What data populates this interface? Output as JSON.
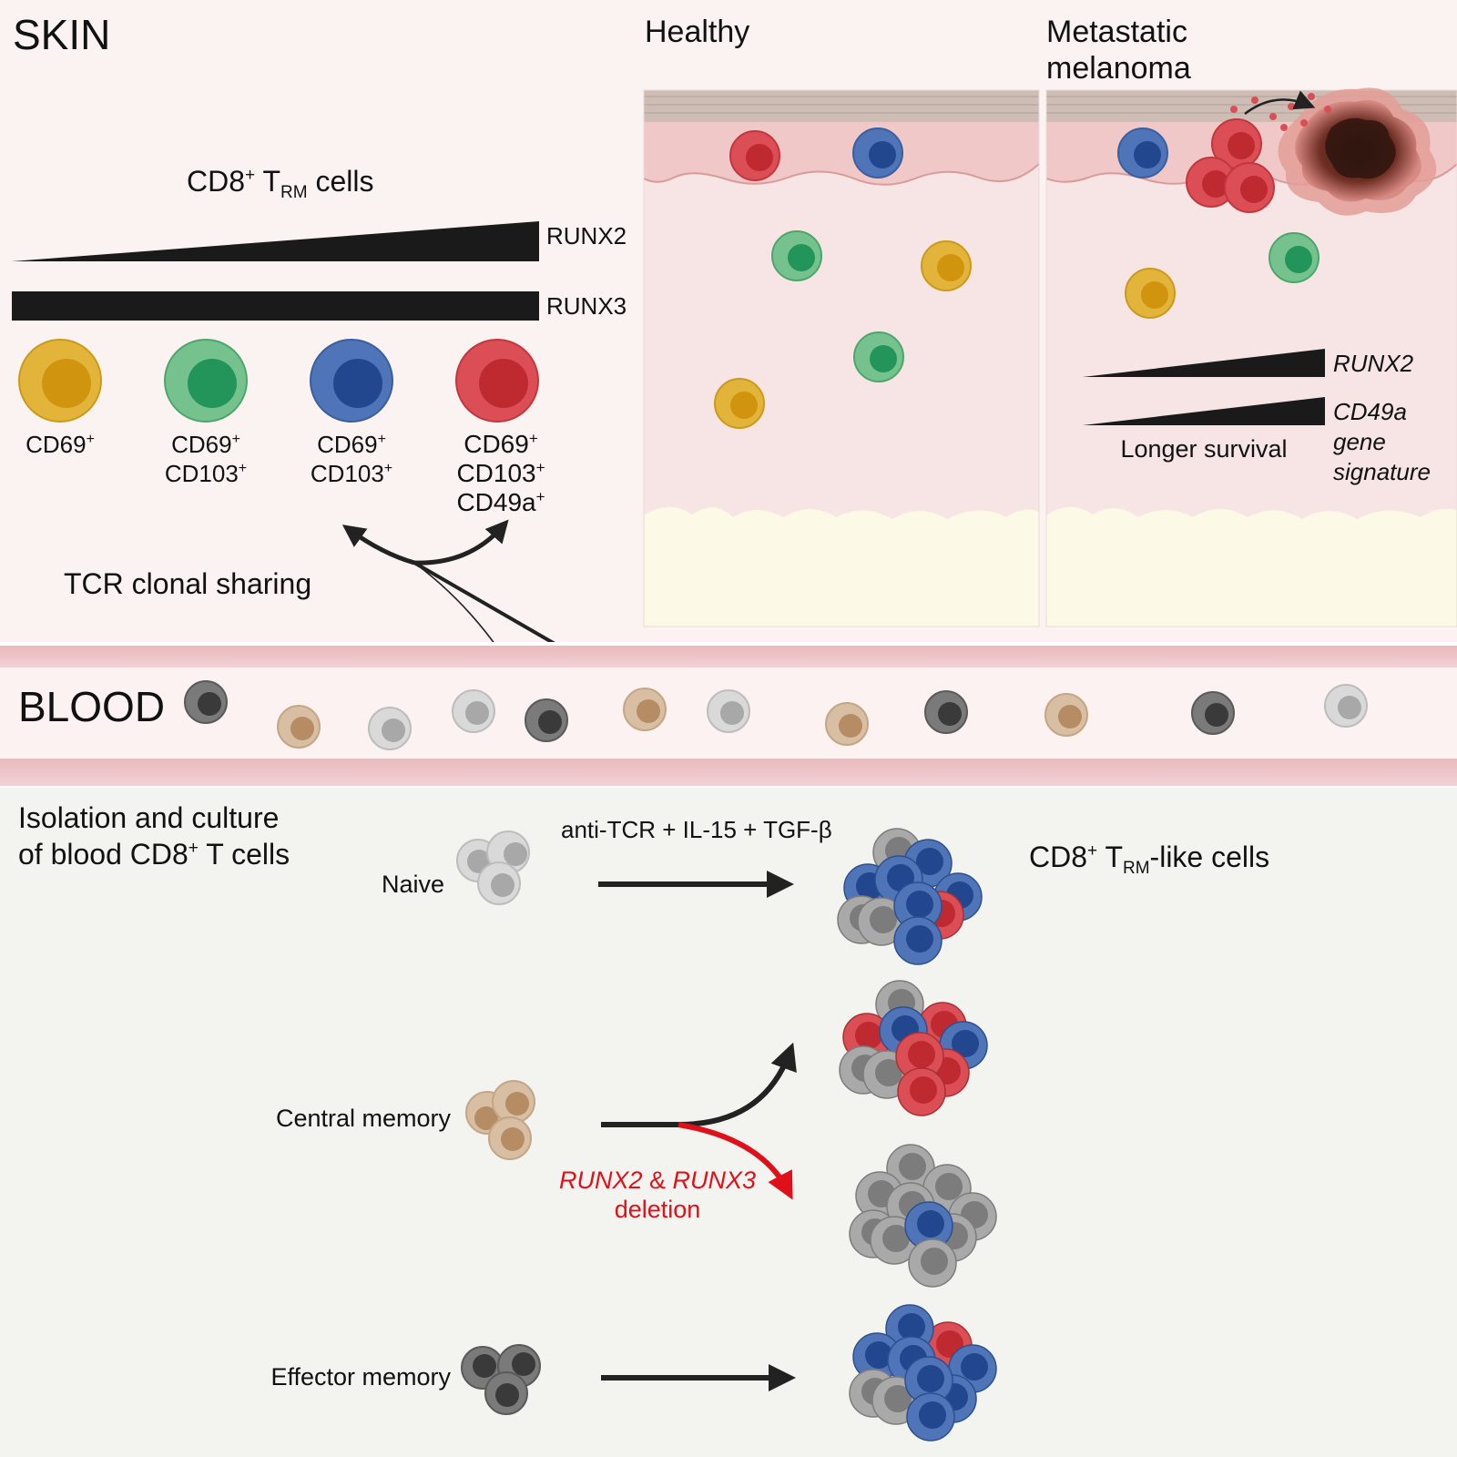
{
  "skin": {
    "title": "SKIN",
    "trm_label": {
      "prefix": "CD8",
      "sup": "+",
      "t": " T",
      "sub": "RM",
      "rest": " cells"
    },
    "runx2": "RUNX2",
    "runx3": "RUNX3",
    "subsets": [
      {
        "lines": [
          {
            "text": "CD69",
            "sup": "+"
          }
        ],
        "color": "yellow"
      },
      {
        "lines": [
          {
            "text": "CD69",
            "sup": "+"
          },
          {
            "text": "CD103",
            "sup": "+"
          }
        ],
        "color": "green"
      },
      {
        "lines": [
          {
            "text": "CD69",
            "sup": "+"
          },
          {
            "text": "CD103",
            "sup": "+"
          }
        ],
        "color": "blue"
      },
      {
        "lines": [
          {
            "text": "CD69",
            "sup": "+"
          },
          {
            "text": "CD103",
            "sup": "+"
          },
          {
            "text": "CD49a",
            "sup": "+"
          }
        ],
        "color": "red"
      }
    ],
    "tcr_label": "TCR clonal sharing"
  },
  "healthy": {
    "title": "Healthy"
  },
  "melanoma": {
    "title_lines": [
      "Metastatic",
      "melanoma"
    ],
    "runx2": "RUNX2",
    "survival": "Longer survival",
    "signature_lines": [
      "CD49a",
      "gene",
      "signature"
    ]
  },
  "blood": {
    "title": "BLOOD"
  },
  "culture": {
    "title_line1": "Isolation and culture",
    "title_line2": {
      "prefix": "of blood CD8",
      "sup": "+",
      "rest": " T cells"
    },
    "stimulus": "anti-TCR + IL-15 + TGF-β",
    "result_label": {
      "prefix": "CD8",
      "sup": "+",
      "t": " T",
      "sub": "RM",
      "rest": "-like cells"
    },
    "naive": "Naive",
    "central_memory": "Central memory",
    "effector_memory": "Effector memory",
    "deletion": {
      "g1": "RUNX2",
      "amp": " & ",
      "g2": "RUNX3",
      "line2": "deletion"
    }
  },
  "colors": {
    "yellow": "#e3b43a",
    "yellow_n": "#d1940f",
    "green": "#76c28f",
    "green_n": "#24955a",
    "blue": "#4f75b8",
    "blue_n": "#23478f",
    "red": "#dc4e55",
    "red_n": "#bf2a30",
    "deletion_red": "#e0101a",
    "skin_bg": "#faf3f1",
    "culture_bg": "#f3f4f0"
  }
}
